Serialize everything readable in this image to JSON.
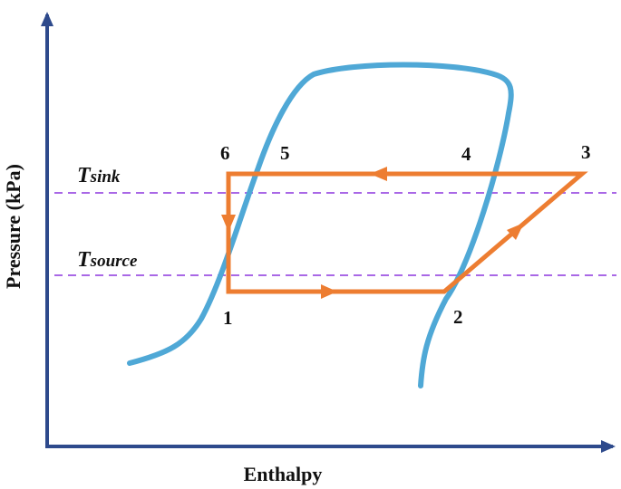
{
  "axes": {
    "x_label": "Enthalpy",
    "y_label": "Pressure (kPa)"
  },
  "isotherms": {
    "sink": {
      "main": "T",
      "sub": "sink"
    },
    "source": {
      "main": "T",
      "sub": "source"
    }
  },
  "states": [
    {
      "label": "1"
    },
    {
      "label": "2"
    },
    {
      "label": "3"
    },
    {
      "label": "4"
    },
    {
      "label": "5"
    },
    {
      "label": "6"
    }
  ],
  "colors": {
    "axis": "#2E4A8C",
    "saturation_dome": "#4FA8D6",
    "cycle": "#ED7D31",
    "isotherm": "#A968E6",
    "text": "#111111"
  }
}
